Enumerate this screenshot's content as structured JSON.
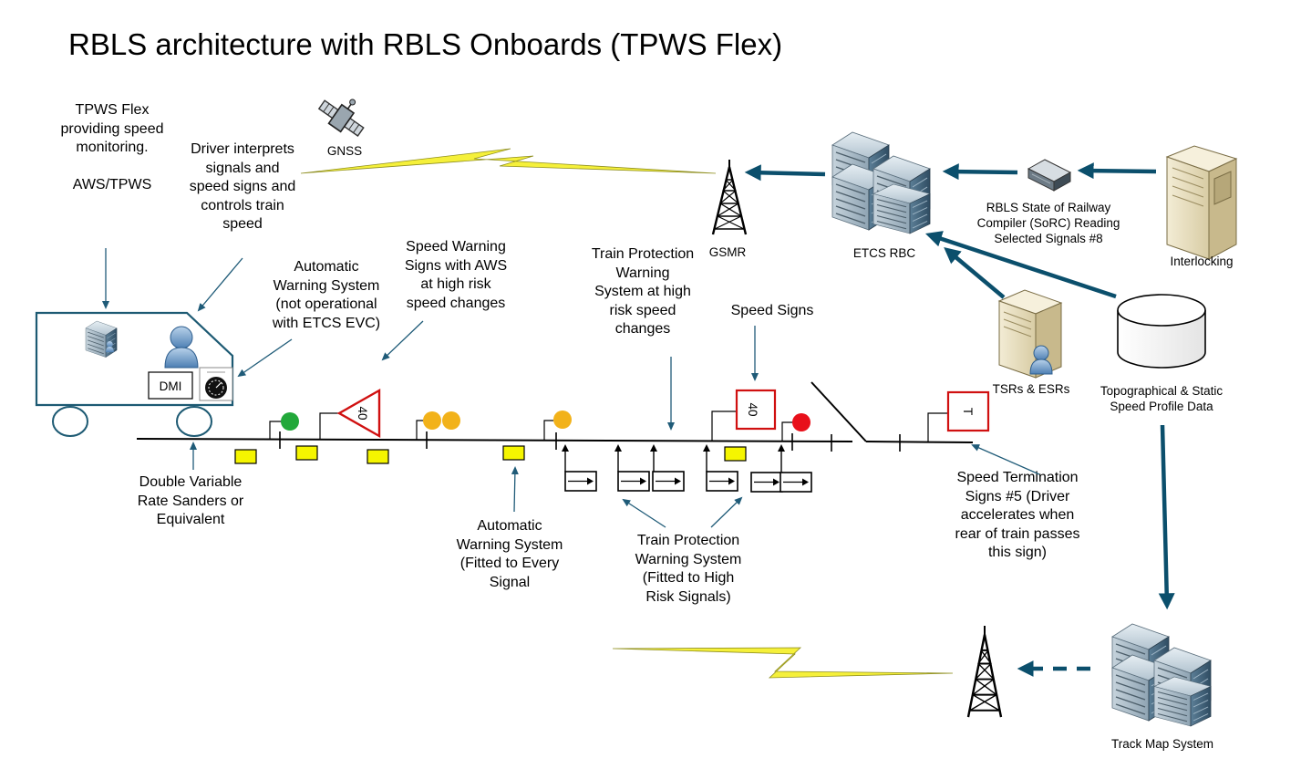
{
  "title": "RBLS architecture with RBLS Onboards (TPWS Flex)",
  "labels": {
    "tpws_flex": "TPWS Flex\nproviding speed\nmonitoring.\n\nAWS/TPWS",
    "gnss": "GNSS",
    "driver": "Driver interprets\nsignals and\nspeed signs and\ncontrols train\nspeed",
    "gsmr": "GSMR",
    "etcs_rbc": "ETCS RBC",
    "sorc": "RBLS State of Railway\nCompiler (SoRC) Reading\nSelected Signals #8",
    "interlocking": "Interlocking",
    "aws_not_operational": "Automatic\nWarning System\n(not operational\nwith ETCS EVC)",
    "speed_warning_signs": "Speed Warning\nSigns with AWS\nat high risk\nspeed changes",
    "tpws_high_risk_speed": "Train Protection\nWarning\nSystem at high\nrisk speed\nchanges",
    "speed_signs": "Speed Signs",
    "tsrs_esrs": "TSRs & ESRs",
    "topo_data": "Topographical & Static\nSpeed Profile Data",
    "dmi": "DMI",
    "sanders": "Double Variable\nRate Sanders or\nEquivalent",
    "aws_every_signal": "Automatic\nWarning System\n(Fitted to Every\nSignal",
    "tpws_high_risk_signals": "Train Protection\nWarning System\n(Fitted to High\nRisk Signals)",
    "speed_termination": "Speed Termination\nSigns #5 (Driver\naccelerates when\nrear of train passes\nthis sign)",
    "track_map": "Track Map System"
  },
  "signs": {
    "warning_triangle_value": "40",
    "speed_sign_value": "40",
    "termination_value": "T"
  },
  "colors": {
    "arrow": "#0b4f6c",
    "thin_arrow": "#1f5b78",
    "signal_green": "#22a83a",
    "signal_amber": "#f2b21a",
    "signal_red": "#e8101a",
    "aws_magnet": "#f5f500",
    "sign_red": "#d01010",
    "lightning": "#f5f03a",
    "train_outline": "#1d5a73"
  },
  "icons": {
    "satellite": "satellite-icon",
    "mast": "radio-mast-icon",
    "server": "server-rack-icon",
    "person": "person-icon",
    "database": "database-icon"
  }
}
